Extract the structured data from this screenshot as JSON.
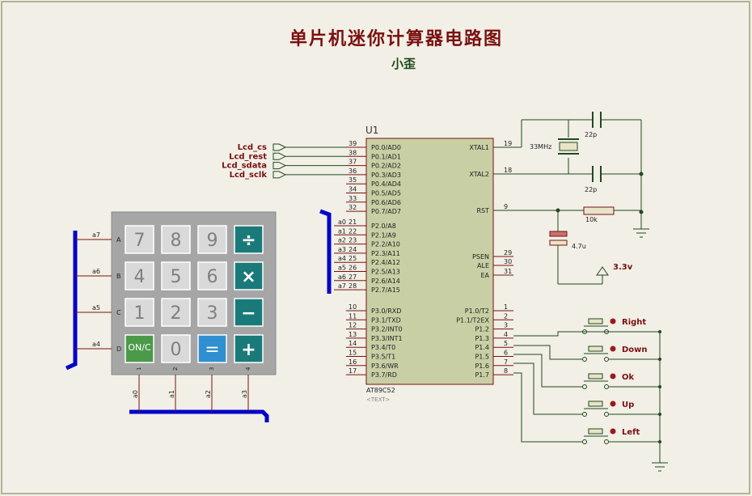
{
  "title": "单片机迷你计算器电路图",
  "author": "小歪",
  "mcu": {
    "ref": "U1",
    "part": "AT89C52",
    "text_tag": "<TEXT>",
    "left_pins": [
      {
        "n": "39",
        "name": "P0.0/AD0"
      },
      {
        "n": "38",
        "name": "P0.1/AD1"
      },
      {
        "n": "37",
        "name": "P0.2/AD2"
      },
      {
        "n": "36",
        "name": "P0.3/AD3"
      },
      {
        "n": "35",
        "name": "P0.4/AD4"
      },
      {
        "n": "34",
        "name": "P0.5/AD5"
      },
      {
        "n": "33",
        "name": "P0.6/AD6"
      },
      {
        "n": "32",
        "name": "P0.7/AD7"
      },
      {
        "n": "21",
        "name": "P2.0/A8"
      },
      {
        "n": "22",
        "name": "P2.1/A9"
      },
      {
        "n": "23",
        "name": "P2.2/A10"
      },
      {
        "n": "24",
        "name": "P2.3/A11"
      },
      {
        "n": "25",
        "name": "P2.4/A12"
      },
      {
        "n": "26",
        "name": "P2.5/A13"
      },
      {
        "n": "27",
        "name": "P2.6/A14"
      },
      {
        "n": "28",
        "name": "P2.7/A15"
      },
      {
        "n": "10",
        "name": "P3.0/RXD"
      },
      {
        "n": "11",
        "name": "P3.1/TXD"
      },
      {
        "n": "12",
        "name": "P3.2/INT0"
      },
      {
        "n": "13",
        "name": "P3.3/INT1"
      },
      {
        "n": "14",
        "name": "P3.4/T0"
      },
      {
        "n": "15",
        "name": "P3.5/T1"
      },
      {
        "n": "16",
        "name": "P3.6/WR"
      },
      {
        "n": "17",
        "name": "P3.7/RD"
      }
    ],
    "p2_labels": [
      "a0",
      "a1",
      "a2",
      "a3",
      "a4",
      "a5",
      "a6",
      "a7"
    ],
    "right_pins_top": [
      {
        "n": "19",
        "name": "XTAL1"
      },
      {
        "n": "18",
        "name": "XTAL2"
      },
      {
        "n": "9",
        "name": "RST"
      },
      {
        "n": "29",
        "name": "PSEN"
      },
      {
        "n": "30",
        "name": "ALE"
      },
      {
        "n": "31",
        "name": "EA"
      }
    ],
    "right_pins_p1": [
      {
        "n": "1",
        "name": "P1.0/T2"
      },
      {
        "n": "2",
        "name": "P1.1/T2EX"
      },
      {
        "n": "3",
        "name": "P1.2"
      },
      {
        "n": "4",
        "name": "P1.3"
      },
      {
        "n": "5",
        "name": "P1.4"
      },
      {
        "n": "6",
        "name": "P1.5"
      },
      {
        "n": "7",
        "name": "P1.6"
      },
      {
        "n": "8",
        "name": "P1.7"
      }
    ]
  },
  "lcd_signals": [
    "Lcd_cs",
    "Lcd_rest",
    "Lcd_sdata",
    "Lcd_sclk"
  ],
  "crystal": {
    "freq": "33MHz",
    "c1": "22p",
    "c2": "22p"
  },
  "reset": {
    "resistor": "10k",
    "cap": "4.7u",
    "supply": "3.3v"
  },
  "buttons": [
    "Right",
    "Down",
    "Ok",
    "Up",
    "Left"
  ],
  "keypad": {
    "rows": [
      "A",
      "B",
      "C",
      "D"
    ],
    "row_nets": [
      "a7",
      "a6",
      "a5",
      "a4"
    ],
    "cols": [
      "1",
      "2",
      "3",
      "4"
    ],
    "col_nets": [
      "a0",
      "a1",
      "a2",
      "a3"
    ],
    "keys": [
      [
        "7",
        "8",
        "9",
        "÷"
      ],
      [
        "4",
        "5",
        "6",
        "×"
      ],
      [
        "1",
        "2",
        "3",
        "−"
      ],
      [
        "ON/C",
        "0",
        "=",
        "+"
      ]
    ]
  },
  "colors": {
    "wire": "#1f4a1f",
    "bus": "#0000c8",
    "label_red": "#7a1010",
    "chip_fill": "#c8cfa4",
    "chip_border": "#7a1010",
    "keypad_bg": "#a6a6a6"
  }
}
